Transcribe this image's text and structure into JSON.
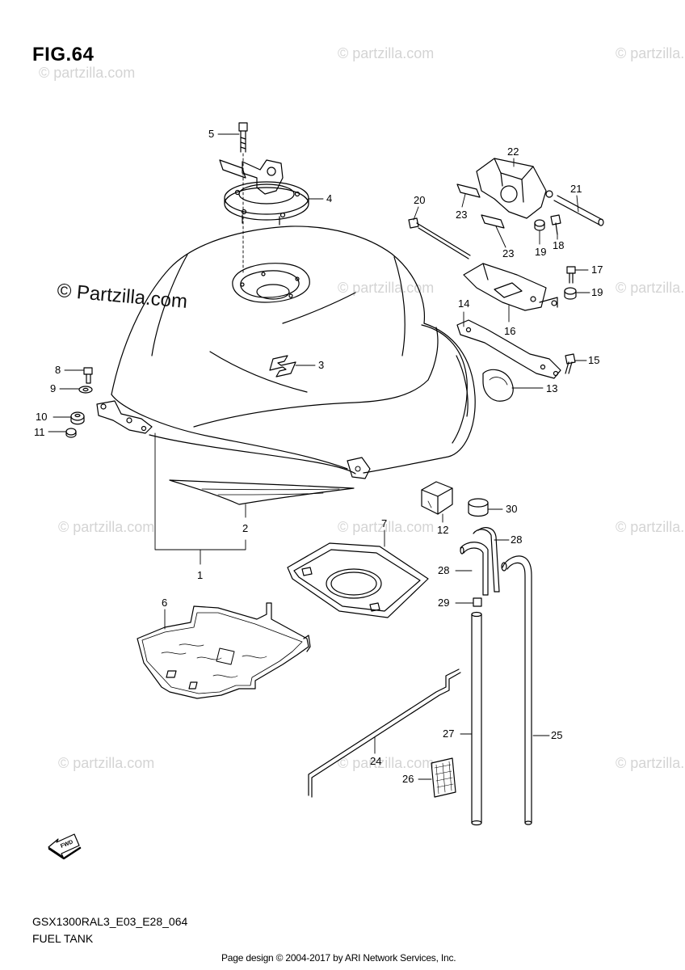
{
  "figure": {
    "title": "FIG.64",
    "model_code": "GSX1300RAL3_E03_E28_064",
    "name": "FUEL TANK"
  },
  "watermarks": {
    "small": "© partzilla.com",
    "large": "© Partzilla.com"
  },
  "footer": "Page design © 2004-2017 by ARI Network Services, Inc.",
  "fwd_marker": "FWD",
  "callouts": [
    "1",
    "2",
    "3",
    "4",
    "5",
    "6",
    "7",
    "8",
    "9",
    "10",
    "11",
    "12",
    "13",
    "14",
    "15",
    "16",
    "17",
    "18",
    "19",
    "19",
    "20",
    "21",
    "22",
    "23",
    "23",
    "24",
    "25",
    "26",
    "27",
    "28",
    "28",
    "29",
    "30"
  ],
  "colors": {
    "line": "#000000",
    "watermark": "#d4d4d4",
    "background": "#ffffff"
  }
}
